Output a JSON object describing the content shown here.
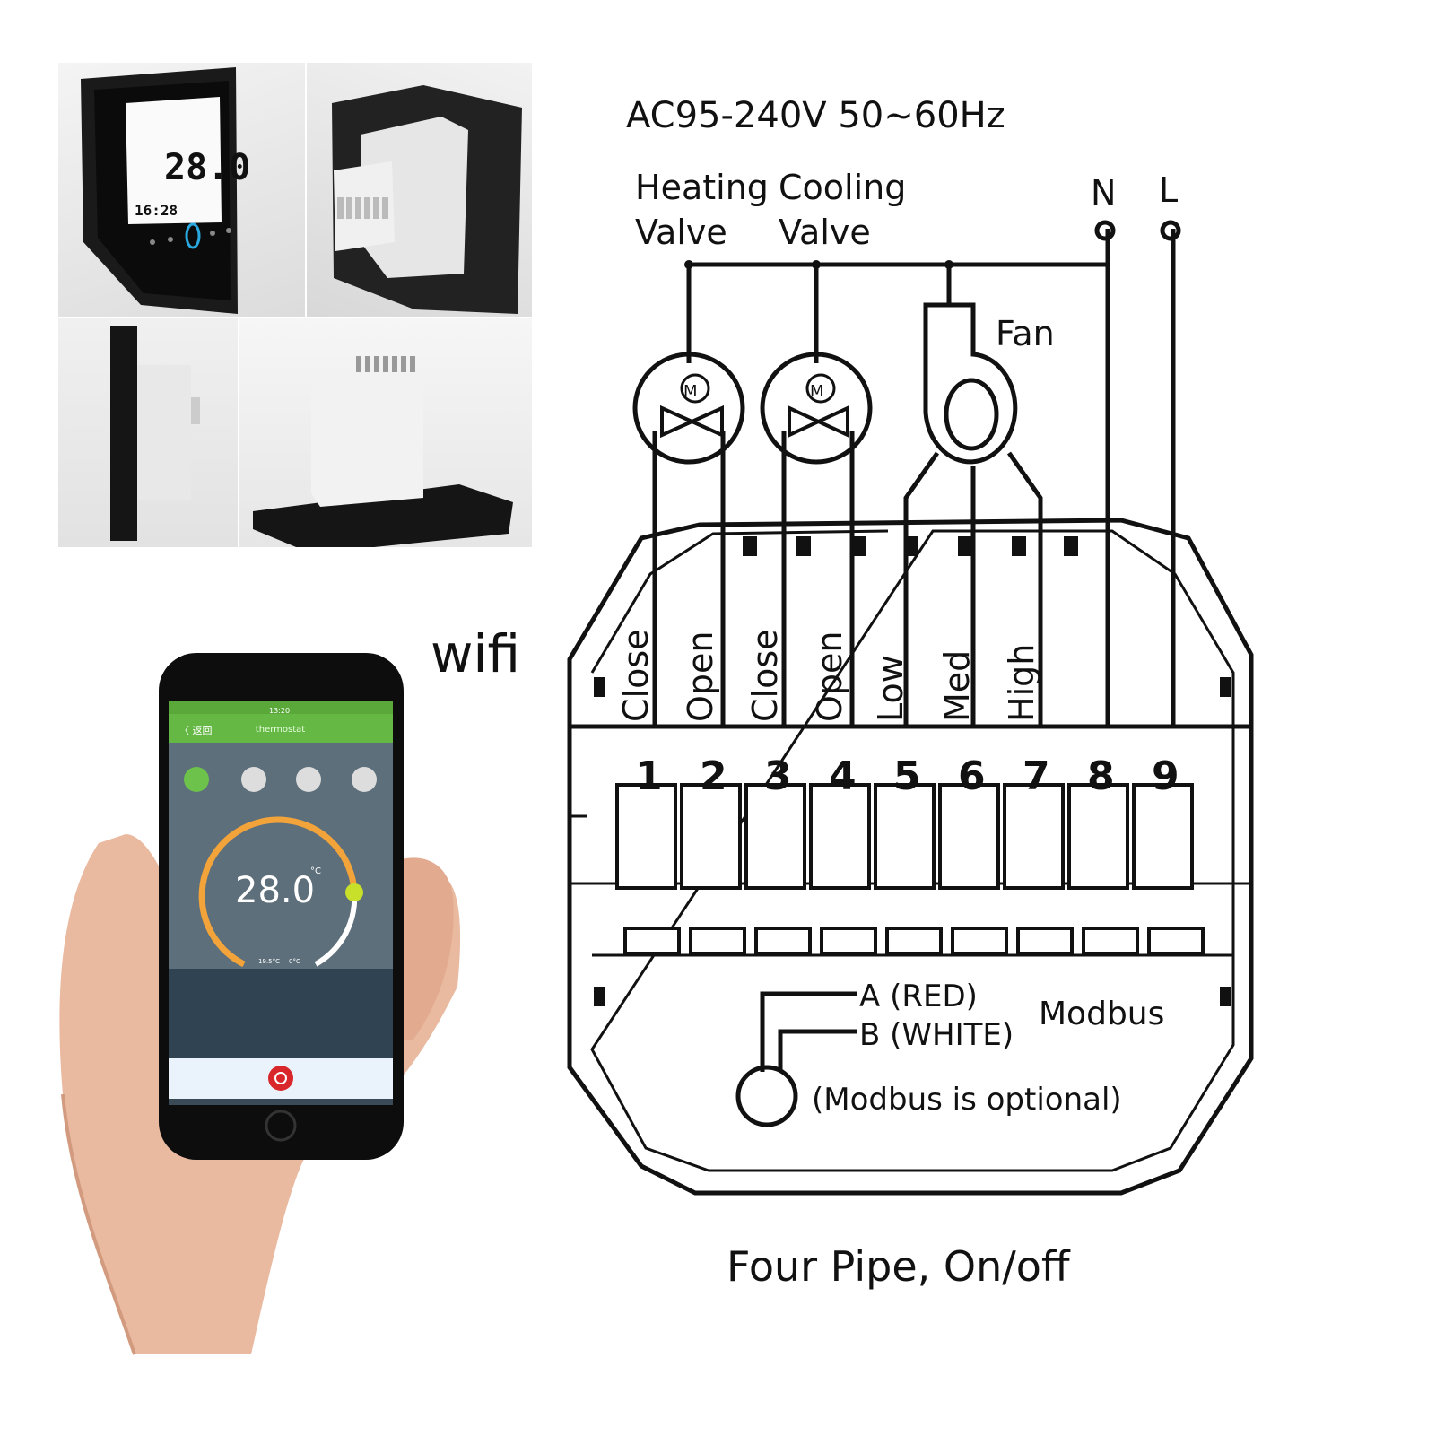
{
  "diagram": {
    "supply": "AC95-240V  50~60Hz",
    "heating_valve": [
      "Heating",
      "Valve"
    ],
    "cooling_valve": [
      "Cooling",
      "Valve"
    ],
    "fan": "Fan",
    "neutral": "N",
    "live": "L",
    "valve_motor": "M",
    "terminal_functions": [
      "Close",
      "Open",
      "Close",
      "Open",
      "Low",
      "Med",
      "High"
    ],
    "terminal_numbers": [
      "1",
      "2",
      "3",
      "4",
      "5",
      "6",
      "7",
      "8",
      "9"
    ],
    "modbus_a": "A (RED)",
    "modbus_b": "B (WHITE)",
    "modbus": "Modbus",
    "modbus_note": "(Modbus is optional)",
    "caption": "Four Pipe, On/off"
  },
  "wifi_label": "wifi",
  "phone_app": {
    "back": "〈 返回",
    "title": "thermostat",
    "time": "13:20",
    "temperature": "28.0",
    "unit": "°C",
    "room_temp": "19.5°C",
    "floor_temp": "0°C"
  },
  "thermostat_display": {
    "temperature": "28.0",
    "clock": "16:28"
  }
}
